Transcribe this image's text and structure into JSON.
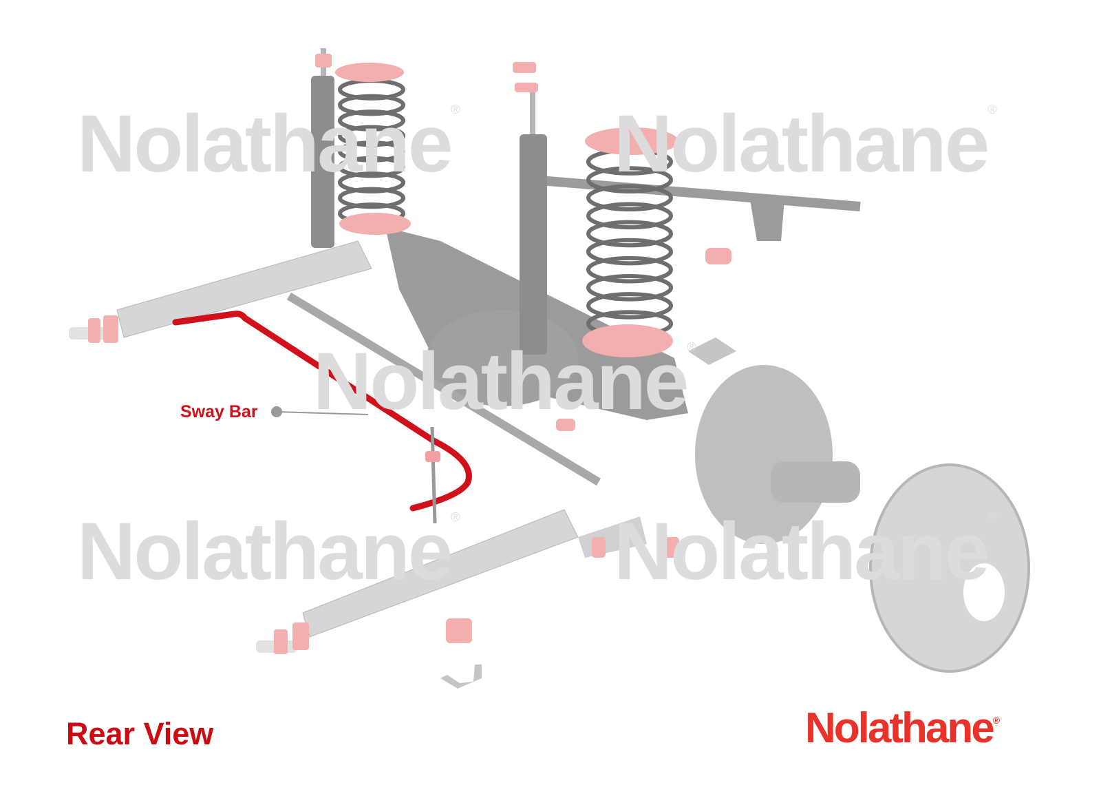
{
  "watermark": {
    "text": "Nolathane",
    "mark": "®"
  },
  "diagram": {
    "callouts": [
      {
        "label": "Sway Bar"
      }
    ],
    "view_label": "Rear View",
    "highlight_color": "#d0101a",
    "bushing_color": "#f2a0a0"
  },
  "logo": {
    "text": "Nolathane",
    "mark": "®",
    "color": "#e8322a"
  }
}
